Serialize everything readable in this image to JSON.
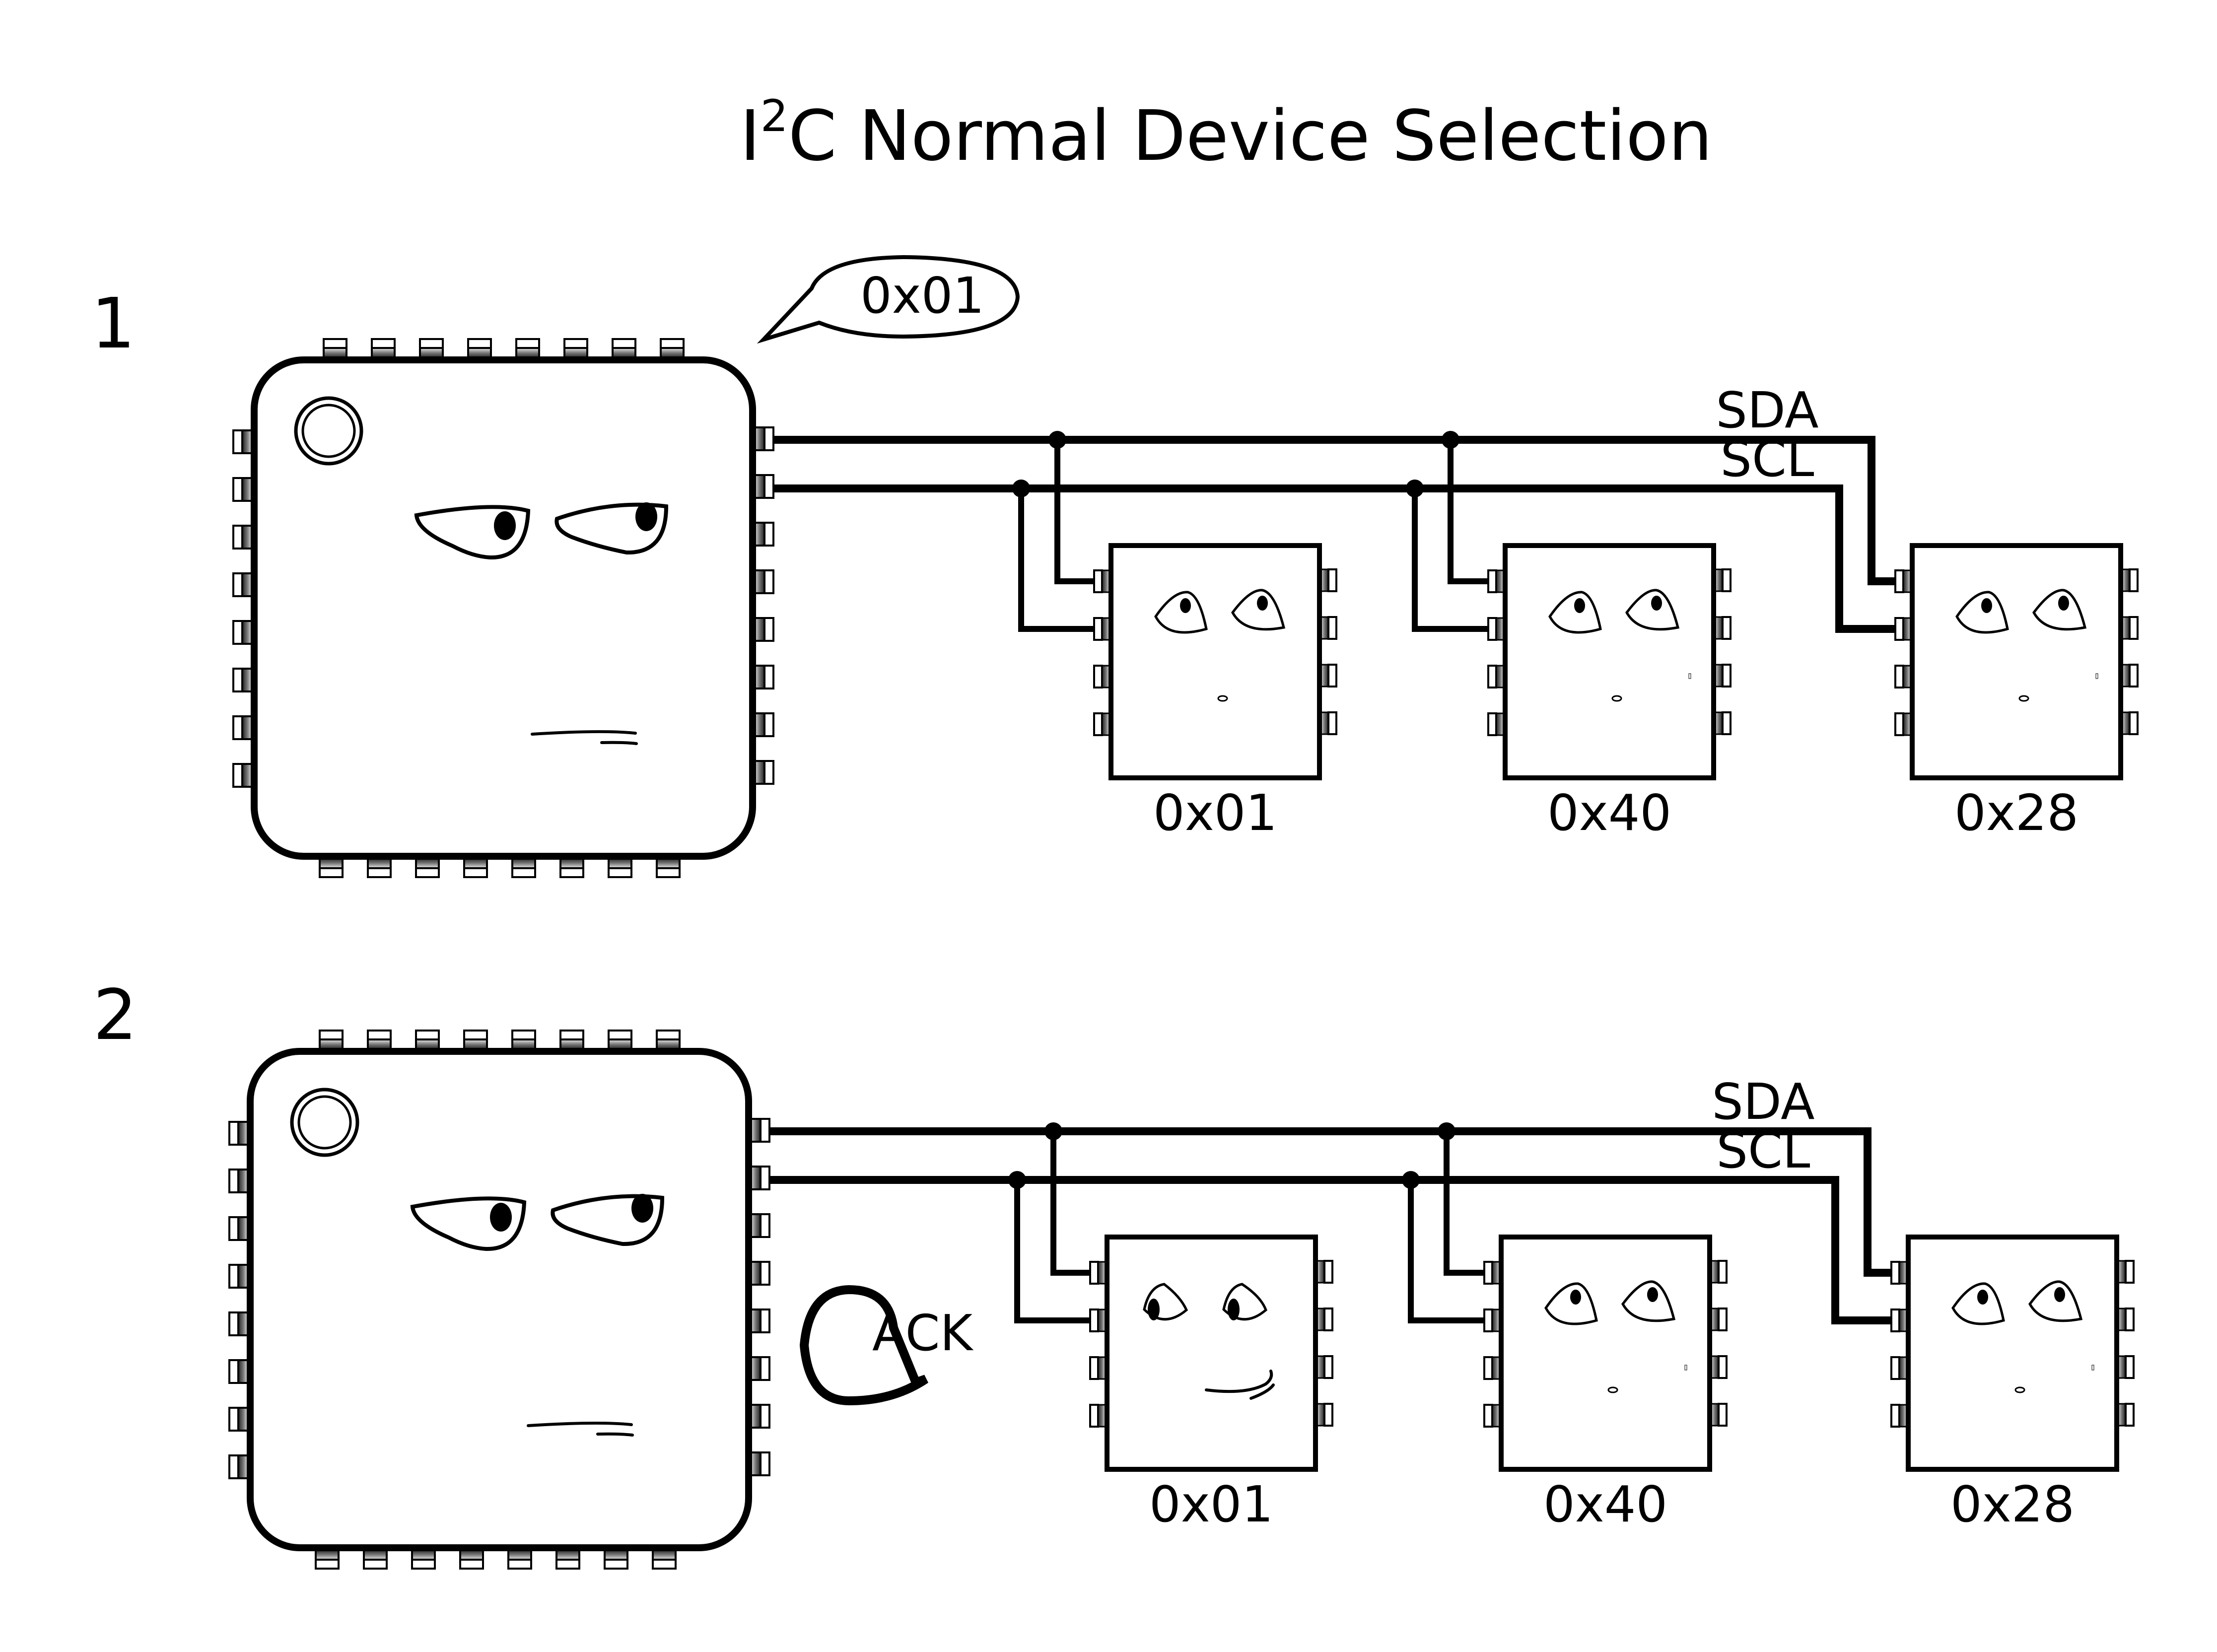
{
  "title": {
    "prefix": "I",
    "superscript": "2",
    "suffix": "C Normal Device Selection"
  },
  "bus": {
    "sda_label": "SDA",
    "scl_label": "SCL"
  },
  "panels": [
    {
      "number": "1",
      "speaker": "master",
      "speech": "0x01",
      "devices": [
        {
          "address": "0x01",
          "expression": "curious"
        },
        {
          "address": "0x40",
          "expression": "curious"
        },
        {
          "address": "0x28",
          "expression": "curious"
        }
      ]
    },
    {
      "number": "2",
      "speaker": "device-0x01",
      "speech": "ACK",
      "devices": [
        {
          "address": "0x01",
          "expression": "smiling"
        },
        {
          "address": "0x40",
          "expression": "curious"
        },
        {
          "address": "0x28",
          "expression": "curious"
        }
      ]
    }
  ],
  "icons": {
    "master_chip": "qfp-chip-with-face",
    "slave_chip": "dip8-chip-with-face",
    "speech_bubble": "speech-bubble",
    "junction": "junction-dot"
  }
}
